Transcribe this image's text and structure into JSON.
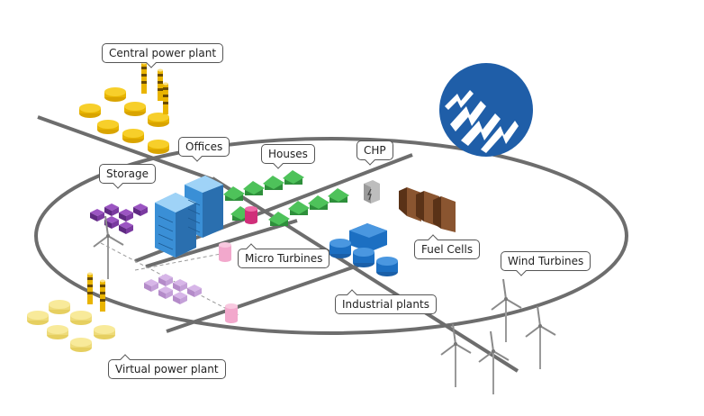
{
  "labels": {
    "central_power_plant": "Central power plant",
    "offices": "Offices",
    "houses": "Houses",
    "chp": "CHP",
    "storage": "Storage",
    "micro_turbines": "Micro Turbines",
    "fuel_cells": "Fuel Cells",
    "wind_turbines": "Wind Turbines",
    "industrial_plants": "Industrial plants",
    "virtual_power_plant": "Virtual power plant"
  },
  "colors": {
    "logo_blue": "#1f5ea8",
    "generator_yellow": "#f5c518",
    "office_blue": "#3a8fd6",
    "house_green": "#3aa845",
    "storage_purple": "#7a3aa0",
    "micro_pink": "#e0418a",
    "industrial_blue": "#1c6fc2",
    "fuel_brown": "#7a4a25",
    "road_grey": "#6d6d6d"
  }
}
